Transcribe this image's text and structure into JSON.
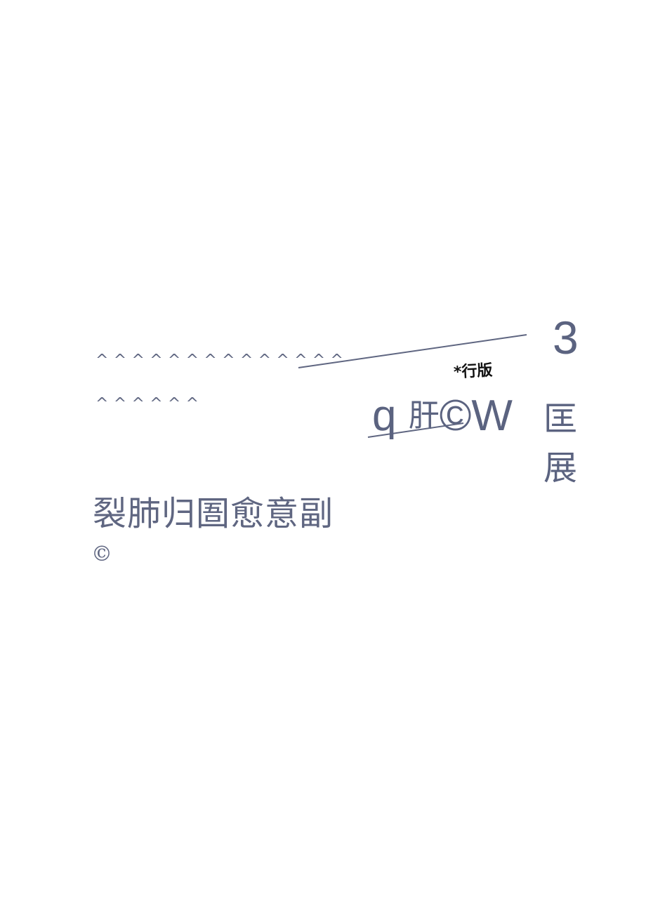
{
  "page": {
    "background": "#ffffff",
    "text_color": "#5f6681"
  },
  "cover": {
    "caret_row_1": "^^^^^^^^^^^^^^",
    "caret_row_2": "^^^^^^",
    "page_number": "3",
    "stamp_text": "*行版",
    "mixed_line": {
      "part1": "q",
      "part2": "肝",
      "part3": "©W"
    },
    "vertical_chars": [
      "匡",
      "展"
    ],
    "title": "裂肺归圄愈意副",
    "copyright_mark": "©"
  }
}
